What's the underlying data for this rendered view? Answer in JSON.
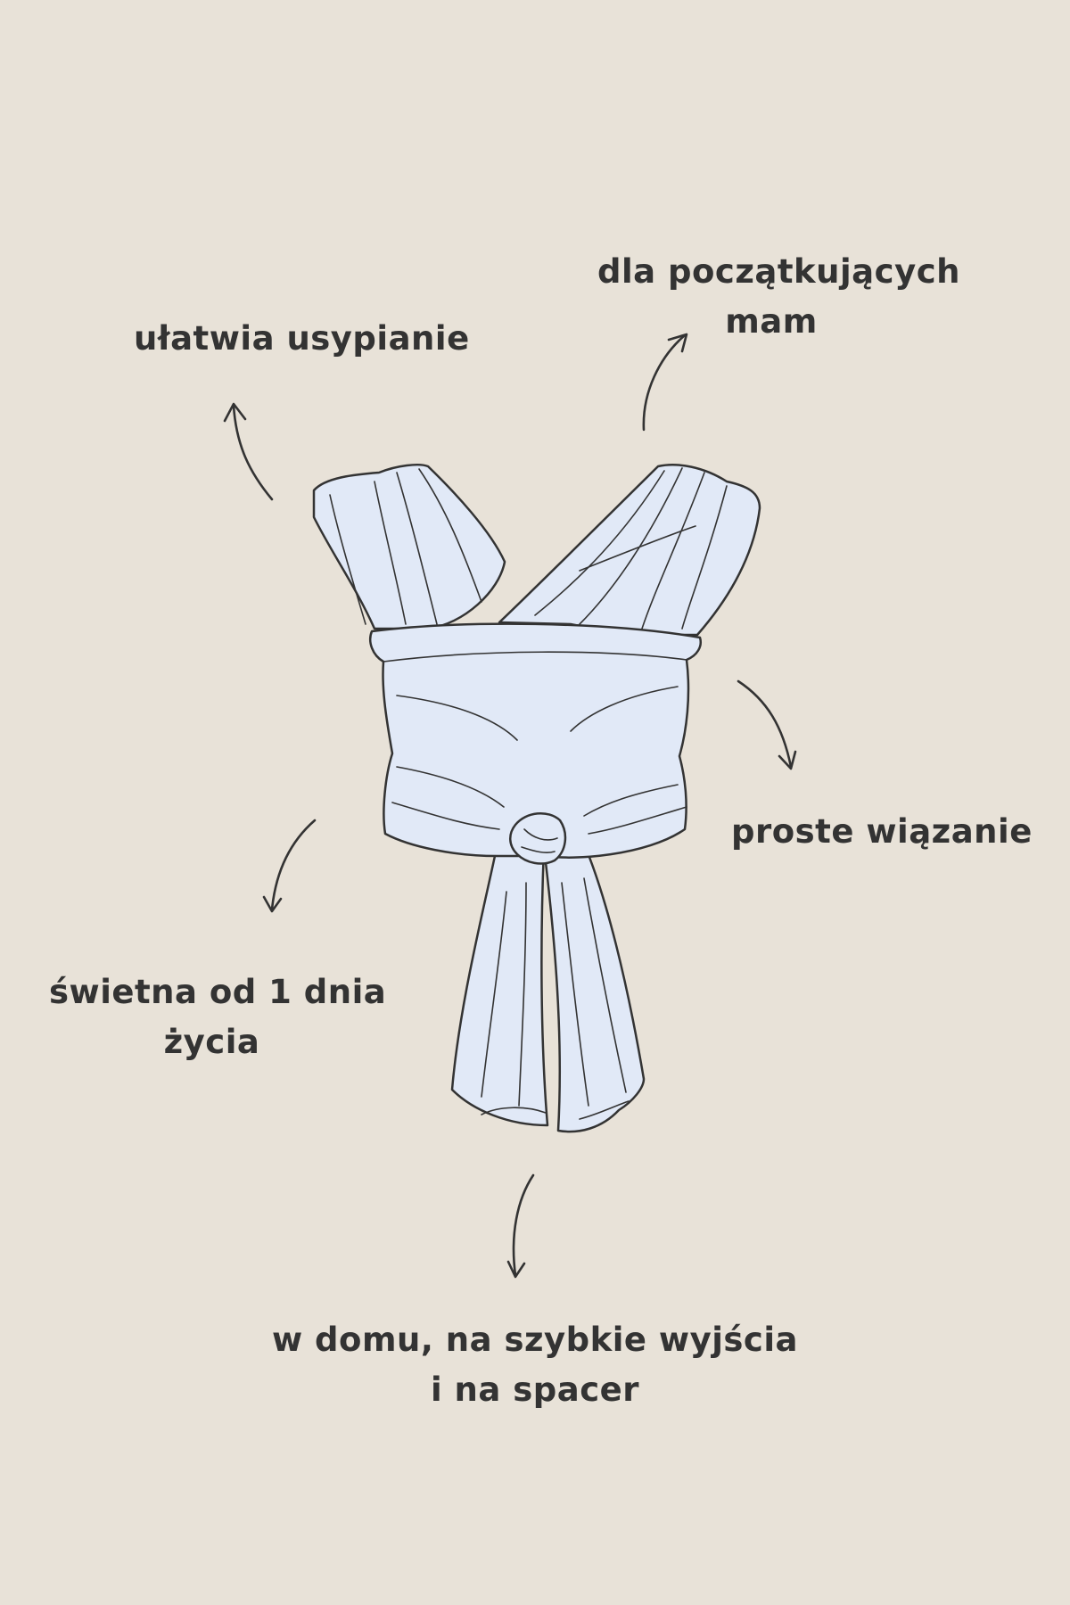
{
  "features": {
    "sleep": {
      "text": "ułatwia usypianie"
    },
    "beginners": {
      "line1": "dla początkujących",
      "line2": "mam"
    },
    "tying": {
      "text": "proste wiązanie"
    },
    "newborn": {
      "line1": "świetna od 1 dnia",
      "line2": "życia"
    },
    "usage": {
      "line1": "w domu, na szybkie wyjścia",
      "line2": "i na spacer"
    }
  },
  "colors": {
    "background": "#e8e2d8",
    "wrap_fill": "#e1e9f7",
    "ink": "#333333"
  },
  "icons": {
    "illustration": "baby-wrap-carrier",
    "arrows": "curved-arrow-icon"
  }
}
